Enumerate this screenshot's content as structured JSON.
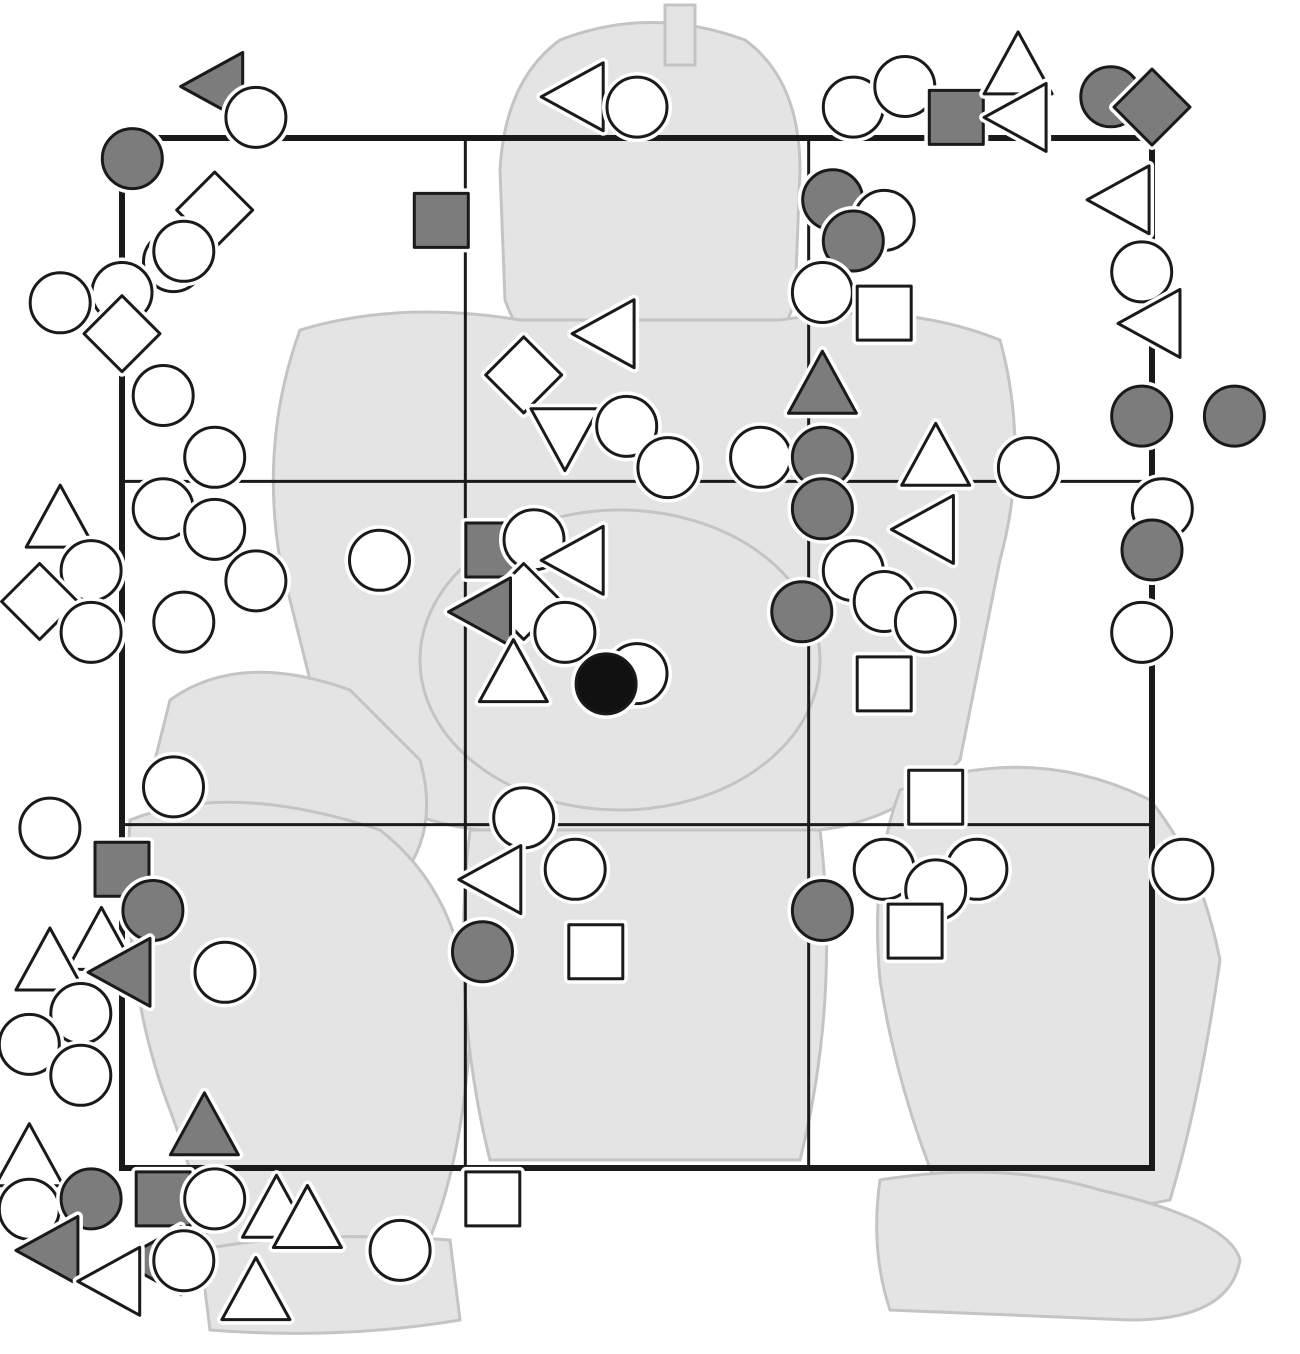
{
  "colors": {
    "background": "#ffffff",
    "figure_fill": "#e4e4e4",
    "figure_stroke": "#c4c4c4",
    "zone_line": "#1a1a1a",
    "marker_white": "#ffffff",
    "marker_gray": "#7c7c7c",
    "marker_black": "#111111",
    "marker_stroke": "#1a1a1a"
  },
  "chart_data": {
    "type": "scatter",
    "grid": "3x3 strike zone",
    "xlim": [
      0,
      1
    ],
    "ylim": [
      0,
      1
    ],
    "marker_shapes": [
      "circle",
      "square",
      "diamond",
      "triangle-up",
      "triangle-down",
      "triangle-left"
    ],
    "marker_fills": [
      "white",
      "gray",
      "black"
    ],
    "points": [
      {
        "x": 0.09,
        "y": 1.05,
        "shape": "triangle-left",
        "fill": "gray"
      },
      {
        "x": 0.13,
        "y": 1.02,
        "shape": "circle",
        "fill": "white"
      },
      {
        "x": 0.01,
        "y": 0.98,
        "shape": "circle",
        "fill": "gray"
      },
      {
        "x": 0.09,
        "y": 0.93,
        "shape": "diamond",
        "fill": "white"
      },
      {
        "x": 0.05,
        "y": 0.88,
        "shape": "circle",
        "fill": "white"
      },
      {
        "x": 0.0,
        "y": 0.85,
        "shape": "circle",
        "fill": "white"
      },
      {
        "x": 0.06,
        "y": 0.89,
        "shape": "circle",
        "fill": "white"
      },
      {
        "x": -0.06,
        "y": 0.84,
        "shape": "circle",
        "fill": "white"
      },
      {
        "x": 0.0,
        "y": 0.81,
        "shape": "diamond",
        "fill": "white"
      },
      {
        "x": 0.04,
        "y": 0.75,
        "shape": "circle",
        "fill": "white"
      },
      {
        "x": 0.09,
        "y": 0.69,
        "shape": "circle",
        "fill": "white"
      },
      {
        "x": 0.04,
        "y": 0.64,
        "shape": "circle",
        "fill": "white"
      },
      {
        "x": 0.09,
        "y": 0.62,
        "shape": "circle",
        "fill": "white"
      },
      {
        "x": 0.13,
        "y": 0.57,
        "shape": "circle",
        "fill": "white"
      },
      {
        "x": 0.06,
        "y": 0.53,
        "shape": "circle",
        "fill": "white"
      },
      {
        "x": -0.06,
        "y": 0.63,
        "shape": "triangle-up",
        "fill": "white"
      },
      {
        "x": -0.03,
        "y": 0.58,
        "shape": "circle",
        "fill": "white"
      },
      {
        "x": -0.08,
        "y": 0.55,
        "shape": "diamond",
        "fill": "white"
      },
      {
        "x": -0.03,
        "y": 0.52,
        "shape": "circle",
        "fill": "white"
      },
      {
        "x": 0.25,
        "y": 0.59,
        "shape": "circle",
        "fill": "white"
      },
      {
        "x": 0.31,
        "y": 0.92,
        "shape": "square",
        "fill": "gray"
      },
      {
        "x": 0.44,
        "y": 1.04,
        "shape": "triangle-left",
        "fill": "white"
      },
      {
        "x": 0.5,
        "y": 1.03,
        "shape": "circle",
        "fill": "white"
      },
      {
        "x": 0.47,
        "y": 0.81,
        "shape": "triangle-left",
        "fill": "white"
      },
      {
        "x": 0.39,
        "y": 0.77,
        "shape": "diamond",
        "fill": "white"
      },
      {
        "x": 0.43,
        "y": 0.71,
        "shape": "triangle-down",
        "fill": "white"
      },
      {
        "x": 0.49,
        "y": 0.72,
        "shape": "circle",
        "fill": "white"
      },
      {
        "x": 0.53,
        "y": 0.68,
        "shape": "circle",
        "fill": "white"
      },
      {
        "x": 0.62,
        "y": 0.69,
        "shape": "circle",
        "fill": "white"
      },
      {
        "x": 0.71,
        "y": 1.03,
        "shape": "circle",
        "fill": "white"
      },
      {
        "x": 0.76,
        "y": 1.05,
        "shape": "circle",
        "fill": "white"
      },
      {
        "x": 0.81,
        "y": 1.02,
        "shape": "square",
        "fill": "gray"
      },
      {
        "x": 0.87,
        "y": 1.07,
        "shape": "triangle-up",
        "fill": "white"
      },
      {
        "x": 0.87,
        "y": 1.02,
        "shape": "triangle-left",
        "fill": "white"
      },
      {
        "x": 0.96,
        "y": 1.04,
        "shape": "circle",
        "fill": "gray"
      },
      {
        "x": 1.0,
        "y": 1.03,
        "shape": "diamond",
        "fill": "gray"
      },
      {
        "x": 0.69,
        "y": 0.94,
        "shape": "circle",
        "fill": "gray"
      },
      {
        "x": 0.74,
        "y": 0.92,
        "shape": "circle",
        "fill": "white"
      },
      {
        "x": 0.71,
        "y": 0.9,
        "shape": "circle",
        "fill": "gray"
      },
      {
        "x": 0.68,
        "y": 0.85,
        "shape": "circle",
        "fill": "white"
      },
      {
        "x": 0.74,
        "y": 0.83,
        "shape": "square",
        "fill": "white"
      },
      {
        "x": 0.68,
        "y": 0.76,
        "shape": "triangle-up",
        "fill": "gray"
      },
      {
        "x": 0.68,
        "y": 0.69,
        "shape": "circle",
        "fill": "gray"
      },
      {
        "x": 0.79,
        "y": 0.69,
        "shape": "triangle-up",
        "fill": "white"
      },
      {
        "x": 0.88,
        "y": 0.68,
        "shape": "circle",
        "fill": "white"
      },
      {
        "x": 0.97,
        "y": 0.94,
        "shape": "triangle-left",
        "fill": "white"
      },
      {
        "x": 0.99,
        "y": 0.87,
        "shape": "circle",
        "fill": "white"
      },
      {
        "x": 1.0,
        "y": 0.82,
        "shape": "triangle-left",
        "fill": "white"
      },
      {
        "x": 0.99,
        "y": 0.73,
        "shape": "circle",
        "fill": "gray"
      },
      {
        "x": 1.08,
        "y": 0.73,
        "shape": "circle",
        "fill": "gray"
      },
      {
        "x": 1.01,
        "y": 0.64,
        "shape": "circle",
        "fill": "white"
      },
      {
        "x": 1.0,
        "y": 0.6,
        "shape": "circle",
        "fill": "gray"
      },
      {
        "x": 0.99,
        "y": 0.52,
        "shape": "circle",
        "fill": "white"
      },
      {
        "x": 0.36,
        "y": 0.6,
        "shape": "square",
        "fill": "gray"
      },
      {
        "x": 0.4,
        "y": 0.61,
        "shape": "circle",
        "fill": "white"
      },
      {
        "x": 0.44,
        "y": 0.59,
        "shape": "triangle-left",
        "fill": "white"
      },
      {
        "x": 0.39,
        "y": 0.55,
        "shape": "diamond",
        "fill": "white"
      },
      {
        "x": 0.35,
        "y": 0.54,
        "shape": "triangle-left",
        "fill": "gray"
      },
      {
        "x": 0.43,
        "y": 0.52,
        "shape": "circle",
        "fill": "white"
      },
      {
        "x": 0.38,
        "y": 0.48,
        "shape": "triangle-up",
        "fill": "white"
      },
      {
        "x": 0.5,
        "y": 0.48,
        "shape": "circle",
        "fill": "white"
      },
      {
        "x": 0.47,
        "y": 0.47,
        "shape": "circle",
        "fill": "black"
      },
      {
        "x": 0.68,
        "y": 0.64,
        "shape": "circle",
        "fill": "gray"
      },
      {
        "x": 0.78,
        "y": 0.62,
        "shape": "triangle-left",
        "fill": "white"
      },
      {
        "x": 0.71,
        "y": 0.58,
        "shape": "circle",
        "fill": "white"
      },
      {
        "x": 0.74,
        "y": 0.55,
        "shape": "circle",
        "fill": "white"
      },
      {
        "x": 0.66,
        "y": 0.54,
        "shape": "circle",
        "fill": "gray"
      },
      {
        "x": 0.78,
        "y": 0.53,
        "shape": "circle",
        "fill": "white"
      },
      {
        "x": 0.74,
        "y": 0.47,
        "shape": "square",
        "fill": "white"
      },
      {
        "x": 0.79,
        "y": 0.36,
        "shape": "square",
        "fill": "white"
      },
      {
        "x": 0.05,
        "y": 0.37,
        "shape": "circle",
        "fill": "white"
      },
      {
        "x": -0.07,
        "y": 0.33,
        "shape": "circle",
        "fill": "white"
      },
      {
        "x": 0.0,
        "y": 0.29,
        "shape": "square",
        "fill": "gray"
      },
      {
        "x": 0.03,
        "y": 0.25,
        "shape": "circle",
        "fill": "gray"
      },
      {
        "x": -0.02,
        "y": 0.22,
        "shape": "triangle-up",
        "fill": "white"
      },
      {
        "x": -0.07,
        "y": 0.2,
        "shape": "triangle-up",
        "fill": "white"
      },
      {
        "x": 0.0,
        "y": 0.19,
        "shape": "triangle-left",
        "fill": "gray"
      },
      {
        "x": 0.1,
        "y": 0.19,
        "shape": "circle",
        "fill": "white"
      },
      {
        "x": -0.04,
        "y": 0.15,
        "shape": "circle",
        "fill": "white"
      },
      {
        "x": -0.09,
        "y": 0.12,
        "shape": "circle",
        "fill": "white"
      },
      {
        "x": -0.04,
        "y": 0.09,
        "shape": "circle",
        "fill": "white"
      },
      {
        "x": 0.08,
        "y": 0.04,
        "shape": "triangle-up",
        "fill": "gray"
      },
      {
        "x": -0.09,
        "y": 0.01,
        "shape": "triangle-up",
        "fill": "white"
      },
      {
        "x": -0.09,
        "y": -0.04,
        "shape": "circle",
        "fill": "white"
      },
      {
        "x": -0.03,
        "y": -0.03,
        "shape": "circle",
        "fill": "gray"
      },
      {
        "x": 0.04,
        "y": -0.03,
        "shape": "square",
        "fill": "gray"
      },
      {
        "x": 0.09,
        "y": -0.03,
        "shape": "circle",
        "fill": "white"
      },
      {
        "x": -0.07,
        "y": -0.08,
        "shape": "triangle-left",
        "fill": "gray"
      },
      {
        "x": 0.03,
        "y": -0.09,
        "shape": "triangle-left",
        "fill": "gray"
      },
      {
        "x": 0.06,
        "y": -0.09,
        "shape": "circle",
        "fill": "white"
      },
      {
        "x": -0.01,
        "y": -0.11,
        "shape": "triangle-left",
        "fill": "white"
      },
      {
        "x": 0.15,
        "y": -0.04,
        "shape": "triangle-up",
        "fill": "white"
      },
      {
        "x": 0.18,
        "y": -0.05,
        "shape": "triangle-up",
        "fill": "white"
      },
      {
        "x": 0.13,
        "y": -0.12,
        "shape": "triangle-up",
        "fill": "white"
      },
      {
        "x": 0.27,
        "y": -0.08,
        "shape": "circle",
        "fill": "white"
      },
      {
        "x": 0.36,
        "y": -0.03,
        "shape": "square",
        "fill": "white"
      },
      {
        "x": 0.39,
        "y": 0.34,
        "shape": "circle",
        "fill": "white"
      },
      {
        "x": 0.36,
        "y": 0.28,
        "shape": "triangle-left",
        "fill": "white"
      },
      {
        "x": 0.44,
        "y": 0.29,
        "shape": "circle",
        "fill": "white"
      },
      {
        "x": 0.35,
        "y": 0.21,
        "shape": "circle",
        "fill": "gray"
      },
      {
        "x": 0.46,
        "y": 0.21,
        "shape": "square",
        "fill": "white"
      },
      {
        "x": 0.74,
        "y": 0.29,
        "shape": "circle",
        "fill": "white"
      },
      {
        "x": 0.83,
        "y": 0.29,
        "shape": "circle",
        "fill": "white"
      },
      {
        "x": 0.79,
        "y": 0.27,
        "shape": "circle",
        "fill": "white"
      },
      {
        "x": 0.68,
        "y": 0.25,
        "shape": "circle",
        "fill": "gray"
      },
      {
        "x": 0.77,
        "y": 0.23,
        "shape": "square",
        "fill": "white"
      },
      {
        "x": 1.03,
        "y": 0.29,
        "shape": "circle",
        "fill": "white"
      }
    ]
  }
}
